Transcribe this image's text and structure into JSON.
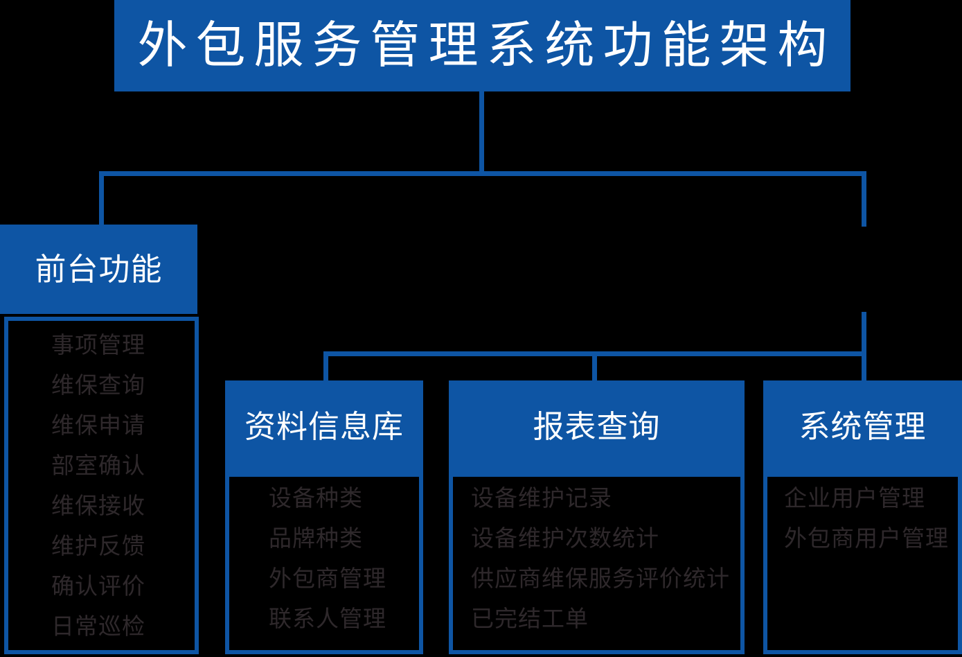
{
  "colors": {
    "accent_blue": "#0E55A4",
    "background": "#000000",
    "header_text": "#FFFFFF",
    "item_text": "#2E282B"
  },
  "title": "外包服务管理系统功能架构",
  "panels": [
    {
      "id": "front-desk",
      "label": "前台功能",
      "items": [
        "事项管理",
        "维保查询",
        "维保申请",
        "部室确认",
        "维保接收",
        "维护反馈",
        "确认评价",
        "日常巡检"
      ]
    },
    {
      "id": "info-library",
      "label": "资料信息库",
      "items": [
        "设备种类",
        "品牌种类",
        "外包商管理",
        "联系人管理"
      ]
    },
    {
      "id": "report-query",
      "label": "报表查询",
      "items": [
        "设备维护记录",
        "设备维护次数统计",
        "供应商维保服务评价统计",
        "已完结工单"
      ]
    },
    {
      "id": "system-management",
      "label": "系统管理",
      "items": [
        "企业用户管理",
        "外包商用户管理"
      ]
    }
  ]
}
